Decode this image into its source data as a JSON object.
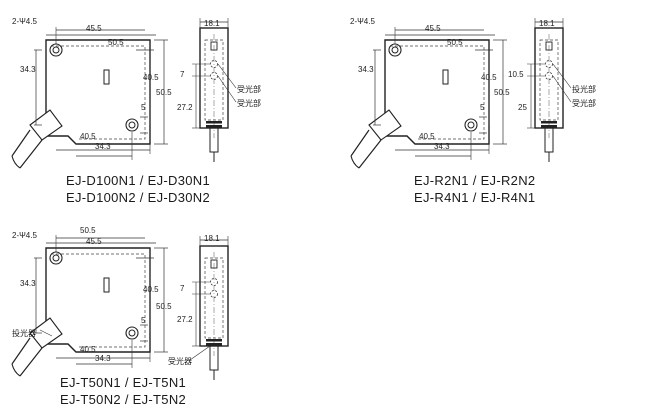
{
  "drawings": [
    {
      "hole": "2-Ψ4.5",
      "dims": {
        "top1": "45.5",
        "top2": "50.5",
        "left": "34.3",
        "right1": "40.5",
        "right2": "50.5",
        "small": "5",
        "bot1": "40.5",
        "bot2": "34.3",
        "side_w": "18.1",
        "side_a": "7",
        "side_b": "27.2"
      },
      "labels": [
        "受光部",
        "受光部"
      ],
      "models": [
        "EJ-D100N1 / EJ-D30N1",
        "EJ-D100N2 / EJ-D30N2"
      ]
    },
    {
      "hole": "2-Ψ4.5",
      "dims": {
        "top1": "45.5",
        "top2": "50.5",
        "left": "34.3",
        "right1": "40.5",
        "right2": "50.5",
        "small": "5",
        "bot1": "40.5",
        "bot2": "34.3",
        "side_w": "18.1",
        "side_a": "10.5",
        "side_b": "25"
      },
      "labels": [
        "投光部",
        "受光部"
      ],
      "models": [
        "EJ-R2N1 / EJ-R2N2",
        "EJ-R4N1 / EJ-R4N1"
      ]
    },
    {
      "hole": "2-Ψ4.5",
      "dims": {
        "top1": "50.5",
        "top2": "45.5",
        "left": "34.3",
        "right1": "40.5",
        "right2": "50.5",
        "small": "5",
        "bot1": "40.5",
        "bot2": "34.3",
        "side_w": "18.1",
        "side_a": "7",
        "side_b": "27.2"
      },
      "labels": [
        "投光器",
        "受光器"
      ],
      "models": [
        "EJ-T50N1 / EJ-T5N1",
        "EJ-T50N2 / EJ-T5N2"
      ]
    }
  ]
}
